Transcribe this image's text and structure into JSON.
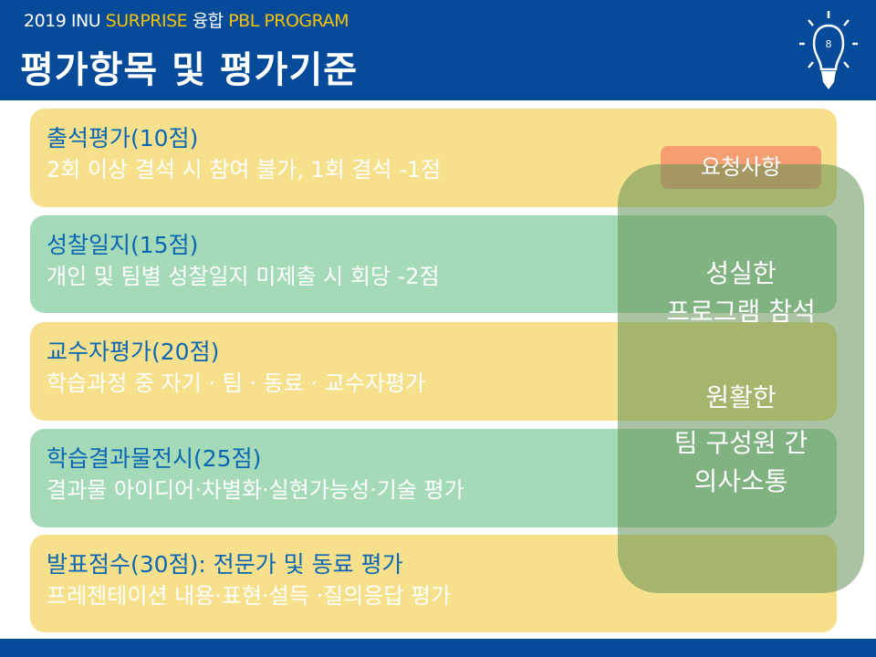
{
  "header": {
    "subtitle_prefix": "2019 INU ",
    "subtitle_highlight1": "SURPRISE",
    "subtitle_mid": " 융합 ",
    "subtitle_highlight2": "PBL PROGRAM",
    "title": "평가항목 및 평가기준",
    "page_number": "8"
  },
  "items": [
    {
      "title": "출석평가(10점)",
      "desc": "2회 이상 결석 시 참여 불가, 1회 결석 -1점"
    },
    {
      "title": "성찰일지(15점)",
      "desc": "개인 및 팀별 성찰일지 미제출 시 회당 -2점"
    },
    {
      "title": "교수자평가(20점)",
      "desc": "학습과정 중 자기 · 팀 · 동료 · 교수자평가"
    },
    {
      "title": "학습결과물전시(25점)",
      "desc": "결과물 아이디어·차별화·실현가능성·기술 평가"
    },
    {
      "title": "발표점수(30점): 전문가 및 동료 평가",
      "desc": "프레젠테이션 내용·표현·설득 ·질의응답 평가"
    }
  ],
  "requests": {
    "label": "요청사항",
    "line1": "성실한",
    "line2": "프로그램 참석",
    "line3": "원활한",
    "line4": "팀 구성원 간",
    "line5": "의사소통"
  }
}
